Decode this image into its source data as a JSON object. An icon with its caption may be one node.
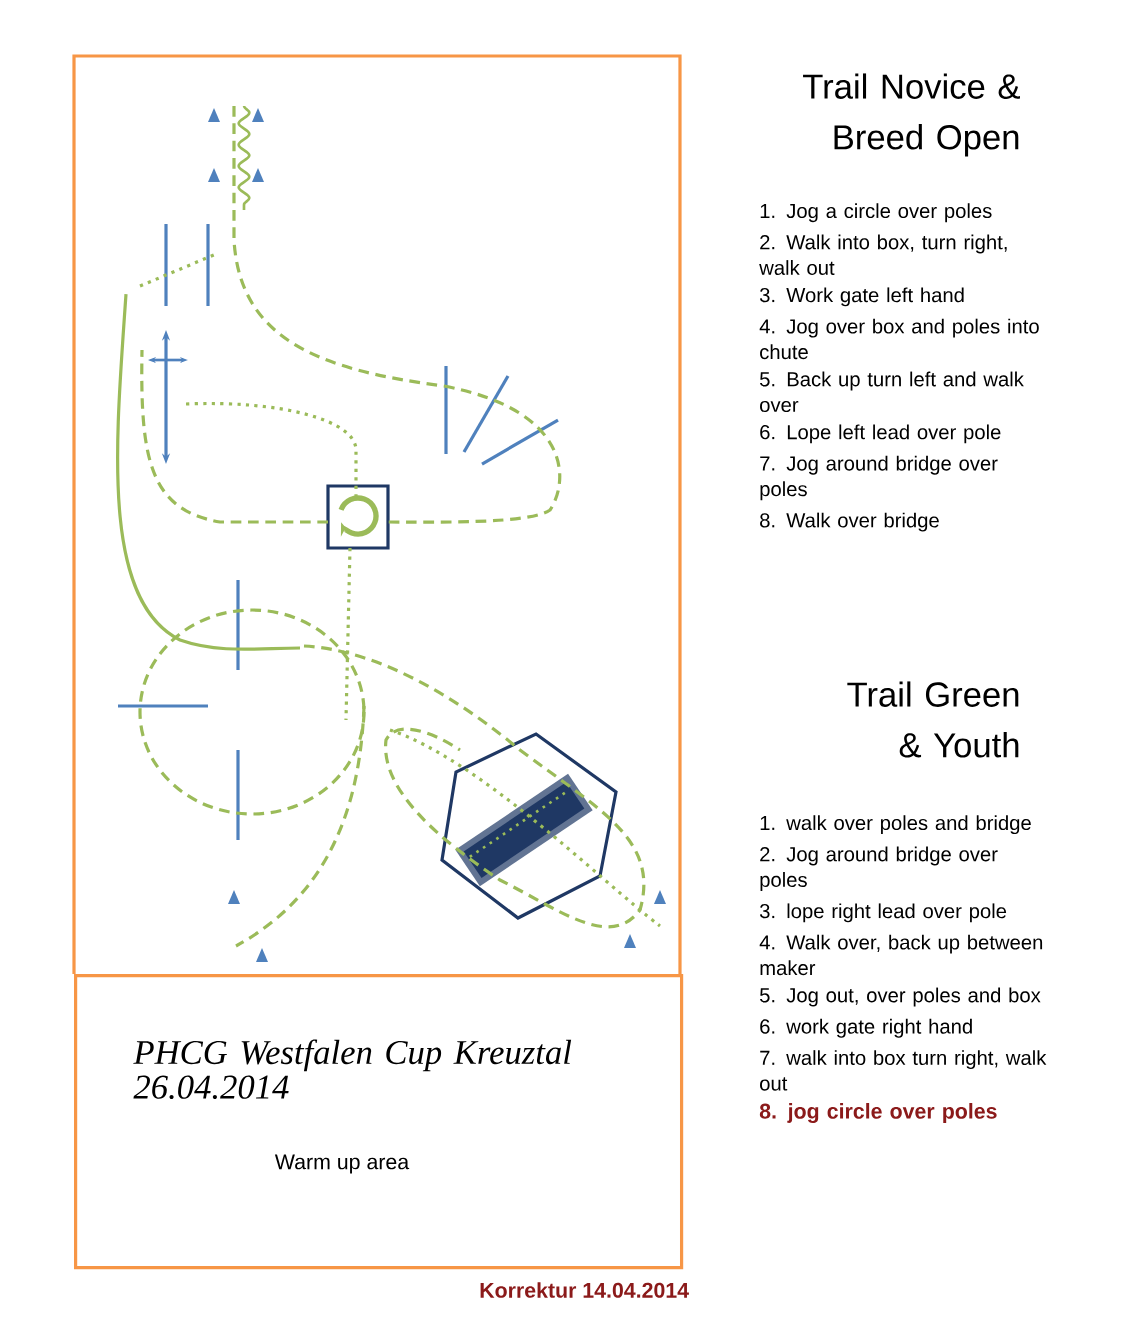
{
  "diagram": {
    "nodes": [
      {
        "text": [
          "PHCG Westfalen Cup Kreuztal 26.04.2014",
          "Warm up area"
        ]
      }
    ],
    "labels": [
      "Trail Novice & Breed Open",
      "1. Jog a circle over poles",
      "2. Walk into box, turn right, walk out",
      "3. Work gate left hand",
      "4. Jog over box and poles into chute",
      "5. Back up turn left and walk over",
      "6. Lope left lead over pole",
      "7. Jog around bridge over poles",
      "8. Walk over bridge",
      "Trail Green & Youth",
      "1. walk over poles and bridge",
      "2. Jog around bridge over poles",
      "3. lope right lead over pole",
      "4. Walk over, back up between maker",
      "5. Jog out, over poles and box",
      "6. work gate right hand",
      "7. walk into box turn right, walk out",
      "8. jog circle over poles",
      "Korrektur 14.04.2014"
    ]
  }
}
